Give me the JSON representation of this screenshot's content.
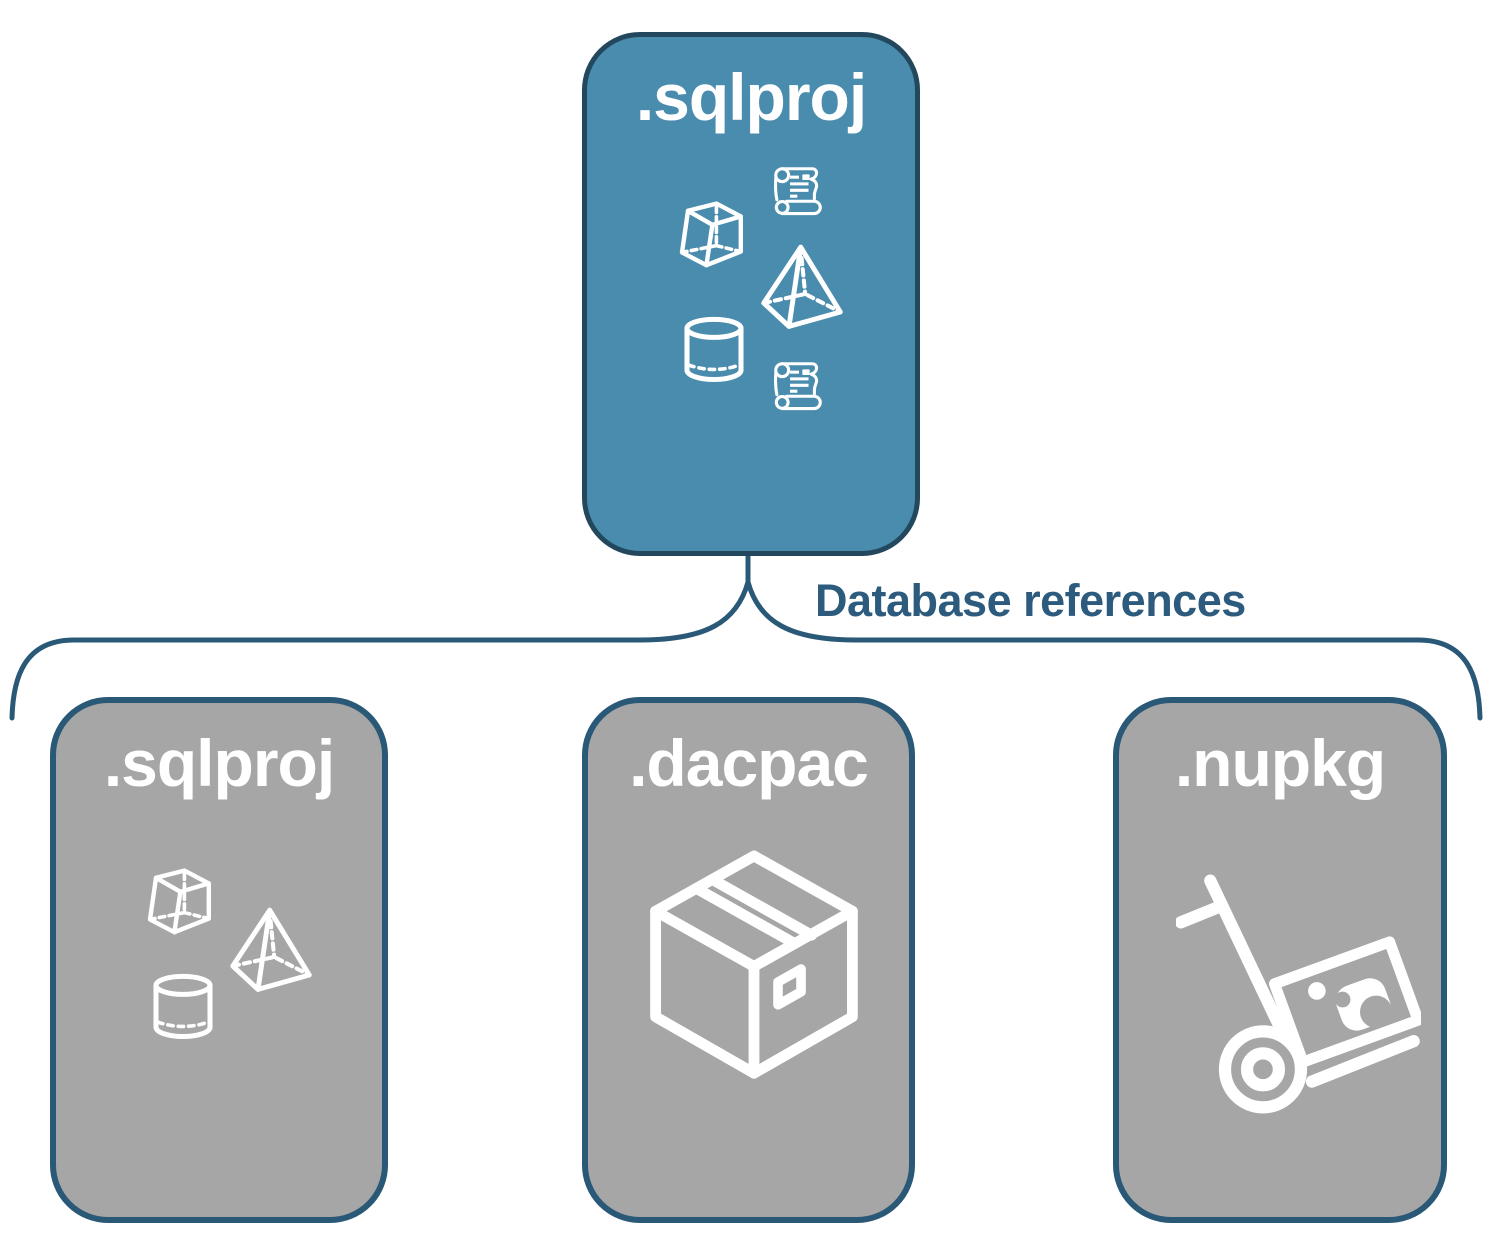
{
  "colors": {
    "source-fill": "#4A8CAD",
    "source-border": "#23485E",
    "target-fill": "#A6A6A6",
    "target-border": "#2A5877",
    "connector": "#2A5877",
    "label-text": "#2C5B7E",
    "icon": "#FFFFFF"
  },
  "source_card": {
    "label": ".sqlproj",
    "icons": [
      "script-scroll",
      "cube",
      "pyramid",
      "cylinder",
      "script-scroll"
    ]
  },
  "connector": {
    "label": "Database references"
  },
  "target_cards": [
    {
      "label": ".sqlproj",
      "icons": [
        "cube",
        "pyramid",
        "cylinder"
      ]
    },
    {
      "label": ".dacpac",
      "icons": [
        "package-box"
      ]
    },
    {
      "label": ".nupkg",
      "icons": [
        "nuget-hand-truck"
      ]
    }
  ]
}
